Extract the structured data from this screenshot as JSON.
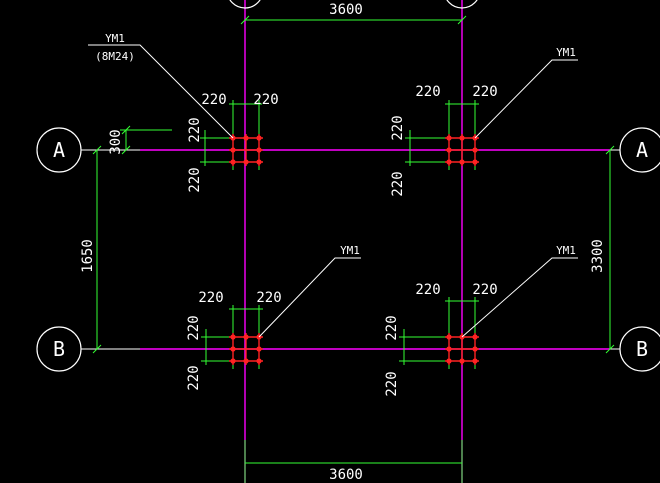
{
  "colors": {
    "background": "#000000",
    "axis": "#ff00ff",
    "dimension": "#33ff33",
    "bolt": "#ff2222",
    "text": "#ffffff",
    "leader": "#ffffff",
    "bubble": "#ffffff"
  },
  "grid_bubbles": {
    "A_left": "A",
    "A_right": "A",
    "B_left": "B",
    "B_right": "B"
  },
  "overall_dims": {
    "top_span": "3600",
    "bottom_span": "3600",
    "left_vertical": "1650",
    "right_vertical": "3300",
    "offset_a": "300"
  },
  "bolt_dims": {
    "tl_h1": "220",
    "tl_h2": "220",
    "tl_v1": "220",
    "tl_v2": "220",
    "tr_h1": "220",
    "tr_h2": "220",
    "tr_v1": "220",
    "tr_v2": "220",
    "bl_h1": "220",
    "bl_h2": "220",
    "bl_v1": "220",
    "bl_v2": "220",
    "br_h1": "220",
    "br_h2": "220",
    "br_v1": "220",
    "br_v2": "220"
  },
  "labels": {
    "tl_name": "YM1",
    "tl_spec": "(8M24)",
    "tr_name": "YM1",
    "bl_name": "YM1",
    "br_name": "YM1"
  }
}
